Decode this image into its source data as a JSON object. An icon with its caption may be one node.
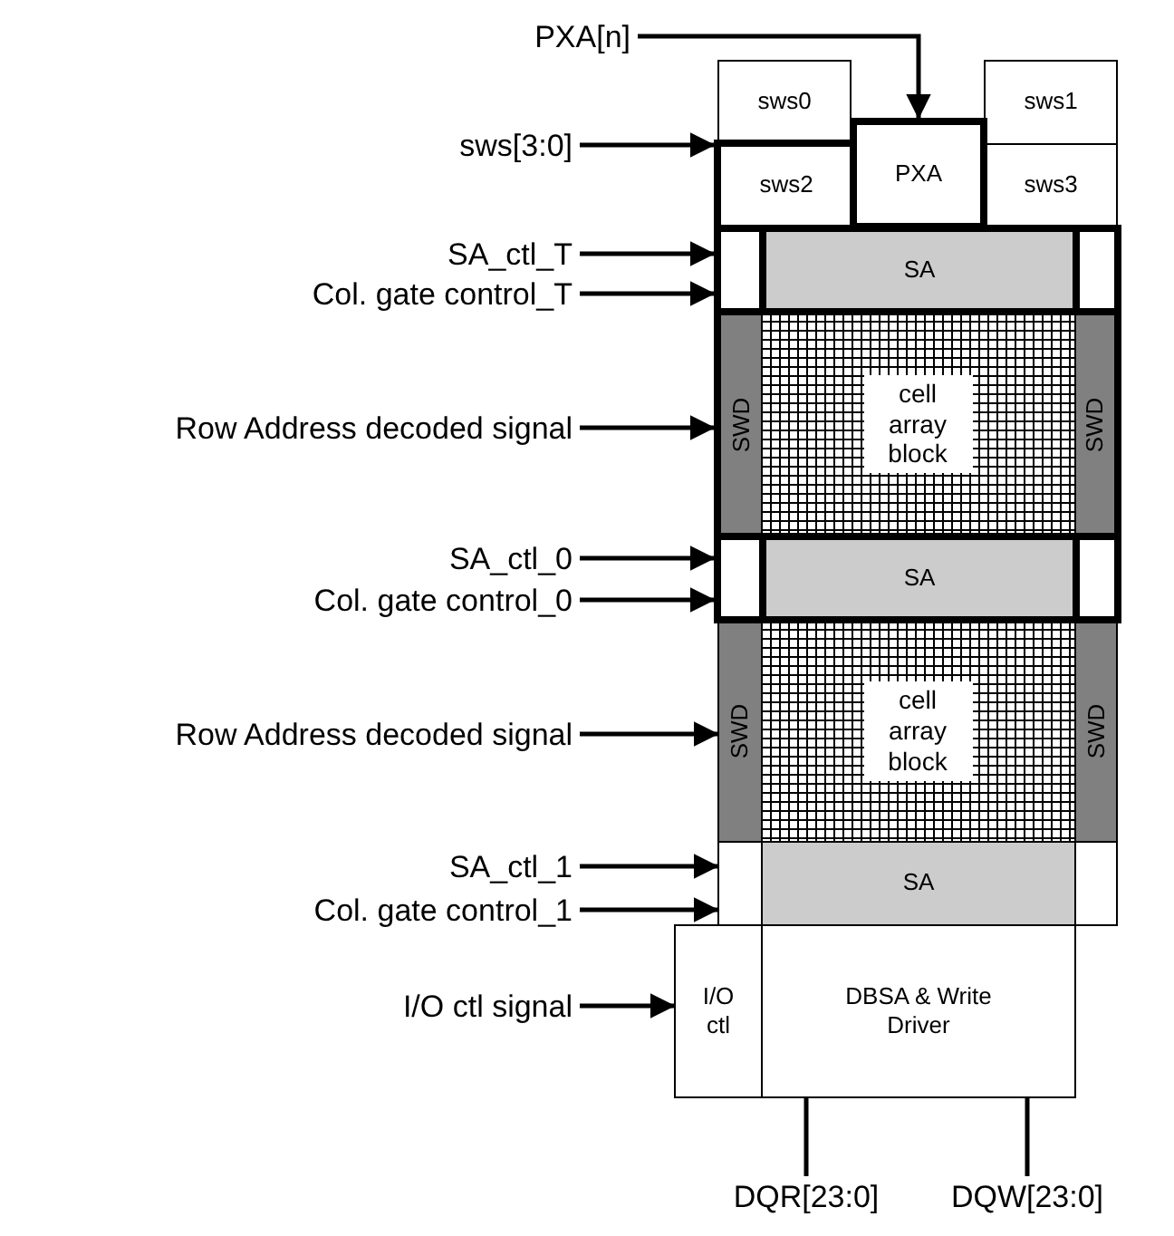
{
  "diagram": {
    "nodes": [
      {
        "text": [
          "PXA[n]"
        ]
      },
      {
        "text": [
          "sws[3:0]"
        ]
      },
      {
        "text": [
          "sws0"
        ]
      },
      {
        "text": [
          "sws1"
        ]
      },
      {
        "text": [
          "sws2"
        ]
      },
      {
        "text": [
          "PXA"
        ]
      },
      {
        "text": [
          "sws3"
        ]
      },
      {
        "text": [
          "SA_ctl_T"
        ]
      },
      {
        "text": [
          "Col. gate control_T"
        ]
      },
      {
        "text": [],
        "shape": "box"
      },
      {
        "text": [
          "SA"
        ]
      },
      {
        "text": [],
        "shape": "box"
      },
      {
        "text": [
          "Row Address decoded signal"
        ]
      },
      {
        "text": [
          "SWD"
        ]
      },
      {
        "text": [
          "cell array block"
        ]
      },
      {
        "text": [
          "SWD"
        ]
      },
      {
        "text": [
          "SA_ctl_0"
        ]
      },
      {
        "text": [
          "Col. gate control_0"
        ]
      },
      {
        "text": [],
        "shape": "box"
      },
      {
        "text": [
          "SA"
        ]
      },
      {
        "text": [],
        "shape": "box"
      },
      {
        "text": [
          "Row Address decoded signal"
        ]
      },
      {
        "text": [
          "SWD"
        ]
      },
      {
        "text": [
          "cell array block"
        ]
      },
      {
        "text": [
          "SWD"
        ]
      },
      {
        "text": [
          "SA_ctl_1"
        ]
      },
      {
        "text": [
          "Col. gate control_1"
        ]
      },
      {
        "text": [],
        "shape": "box"
      },
      {
        "text": [
          "SA"
        ]
      },
      {
        "text": [],
        "shape": "box"
      },
      {
        "text": [
          "I/O ctl signal"
        ]
      },
      {
        "text": [
          "I/O ctl"
        ]
      },
      {
        "text": [
          "DBSA & Write Driver"
        ]
      },
      {
        "text": [
          "DQR[23:0]"
        ]
      },
      {
        "text": [
          "DQW[23:0]"
        ]
      }
    ],
    "edges": [
      {
        "from": 0,
        "to": 5,
        "arrow": "to"
      },
      {
        "from": 1,
        "to": 4,
        "arrow": "to"
      },
      {
        "from": 7,
        "to": 9,
        "arrow": "to"
      },
      {
        "from": 8,
        "to": 9,
        "arrow": "to"
      },
      {
        "from": 12,
        "to": 13,
        "arrow": "to"
      },
      {
        "from": 16,
        "to": 18,
        "arrow": "to"
      },
      {
        "from": 17,
        "to": 18,
        "arrow": "to"
      },
      {
        "from": 21,
        "to": 22,
        "arrow": "to"
      },
      {
        "from": 25,
        "to": 27,
        "arrow": "to"
      },
      {
        "from": 26,
        "to": 27,
        "arrow": "to"
      },
      {
        "from": 30,
        "to": 31,
        "arrow": "to"
      },
      {
        "from": 32,
        "to": 33,
        "arrow": "none"
      },
      {
        "from": 32,
        "to": 34,
        "arrow": "none"
      }
    ]
  }
}
